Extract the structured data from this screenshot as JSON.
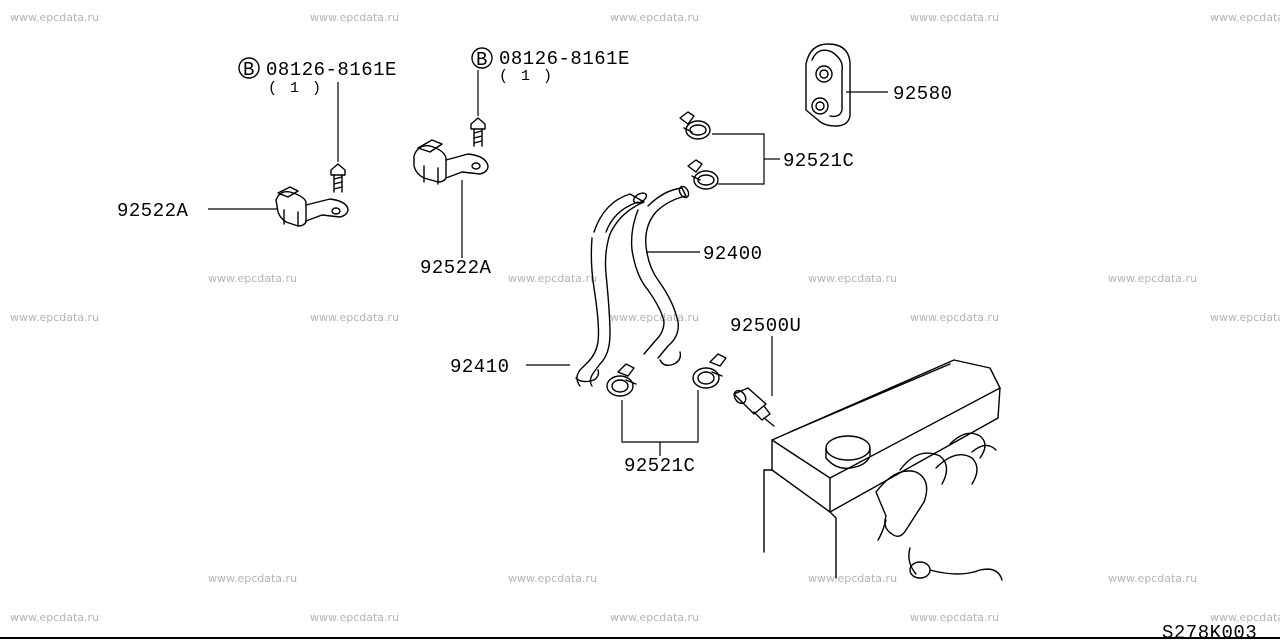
{
  "watermark": "www.epcdata.ru",
  "diagram_code": "S278K003",
  "bolt_symbol": "B",
  "labels": {
    "bolt_left": "08126-8161E",
    "bolt_left_qty": "( 1 )",
    "bolt_right": "08126-8161E",
    "bolt_right_qty": "( 1 )",
    "bracket_left": "92522A",
    "bracket_right": "92522A",
    "grommet": "92580",
    "clamp_upper": "92521C",
    "hose_92400": "92400",
    "hose_92410": "92410",
    "valve": "92500U",
    "clamp_lower": "92521C"
  }
}
